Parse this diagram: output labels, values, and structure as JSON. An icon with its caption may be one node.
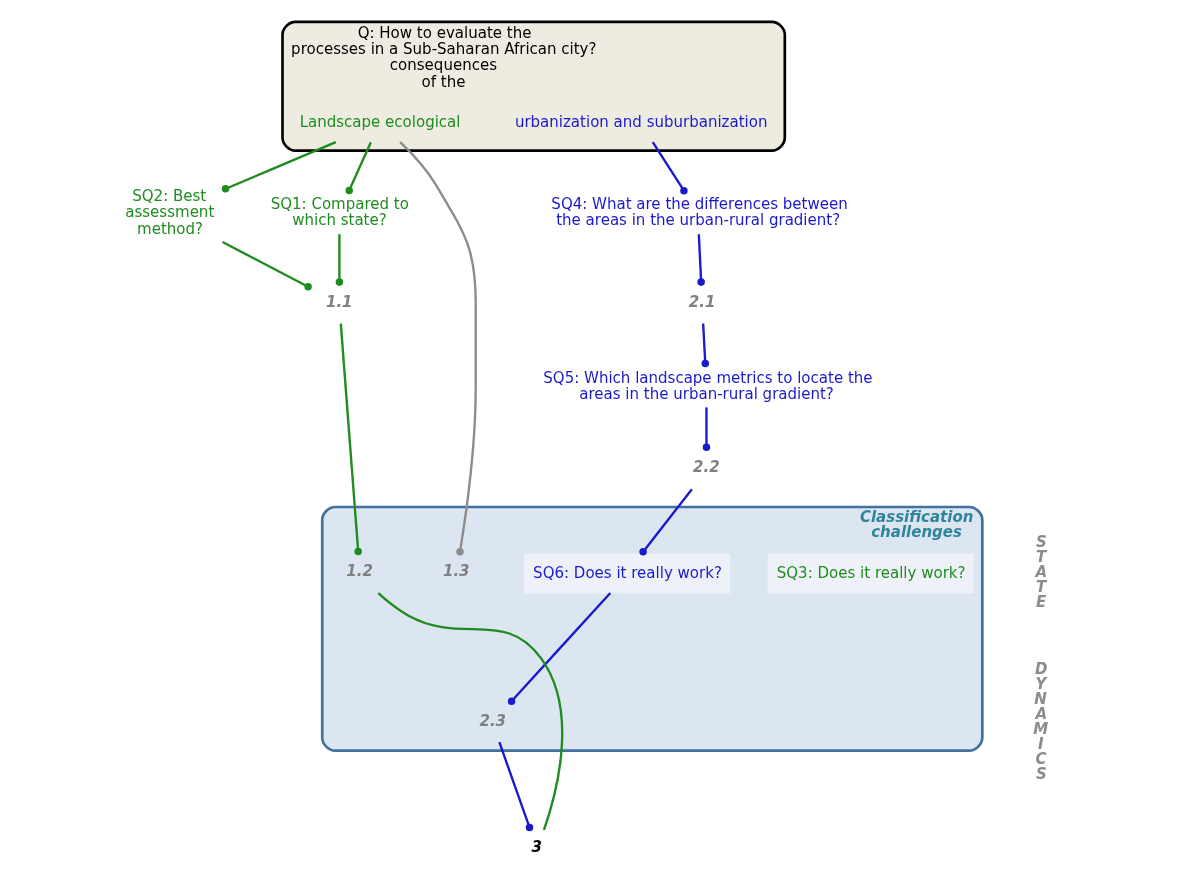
{
  "diagram": {
    "nodes": [
      {
        "text": [
          "Q: How to evaluate the",
          "processes in a Sub-Saharan African city?",
          "consequences",
          "of the"
        ]
      },
      {
        "text": [
          "Landscape ecological"
        ],
        "in": 0
      },
      {
        "text": [
          "urbanization and suburbanization"
        ],
        "in": 0
      },
      {
        "text": [
          "SQ1: Compared to which state?"
        ]
      },
      {
        "text": [
          "SQ2: Best assessment method?"
        ]
      },
      {
        "text": [
          "1.1"
        ]
      },
      {
        "text": [
          "SQ4: What are the differences between the areas in the urban-rural gradient?"
        ]
      },
      {
        "text": [
          "2.1"
        ]
      },
      {
        "text": [
          "SQ5: Which landscape metrics to locate the areas in the urban-rural gradient?"
        ]
      },
      {
        "text": [
          "2.2"
        ]
      },
      {
        "text": [
          "Classification challenges"
        ]
      },
      {
        "text": [
          "SQ3: Does it really work?"
        ],
        "in": 10
      },
      {
        "text": [
          "SQ6: Does it really work?"
        ],
        "in": 10
      },
      {
        "text": [
          "1.2"
        ],
        "in": 10
      },
      {
        "text": [
          "1.3"
        ],
        "in": 10
      },
      {
        "text": [
          "2.3"
        ],
        "in": 10
      },
      {
        "text": [
          "3"
        ]
      }
    ],
    "edges": [
      {
        "from": 1,
        "to": 3,
        "arrow": "other",
        "color": "#1e8c1e"
      },
      {
        "from": 1,
        "to": 4,
        "arrow": "other",
        "color": "#1e8c1e"
      },
      {
        "from": 3,
        "to": 5,
        "arrow": "other",
        "color": "#1e8c1e"
      },
      {
        "from": 4,
        "to": 5,
        "arrow": "other",
        "color": "#1e8c1e"
      },
      {
        "from": 5,
        "to": 13,
        "arrow": "other",
        "color": "#1e8c1e"
      },
      {
        "from": 1,
        "to": 14,
        "arrow": "other",
        "color": "#8c8c8c"
      },
      {
        "from": 2,
        "to": 6,
        "arrow": "other"
      },
      {
        "from": 6,
        "to": 7,
        "arrow": "other"
      },
      {
        "from": 7,
        "to": 8,
        "arrow": "other"
      },
      {
        "from": 8,
        "to": 9,
        "arrow": "other"
      },
      {
        "from": 9,
        "to": 12,
        "arrow": "other"
      },
      {
        "from": 12,
        "to": 15,
        "arrow": "other"
      },
      {
        "from": 13,
        "to": 16,
        "arrow": "none",
        "color": "#1e8c1e"
      },
      {
        "from": 15,
        "to": 16,
        "arrow": "other"
      }
    ],
    "labels": [
      "STATE",
      "DYNAMICS"
    ]
  }
}
